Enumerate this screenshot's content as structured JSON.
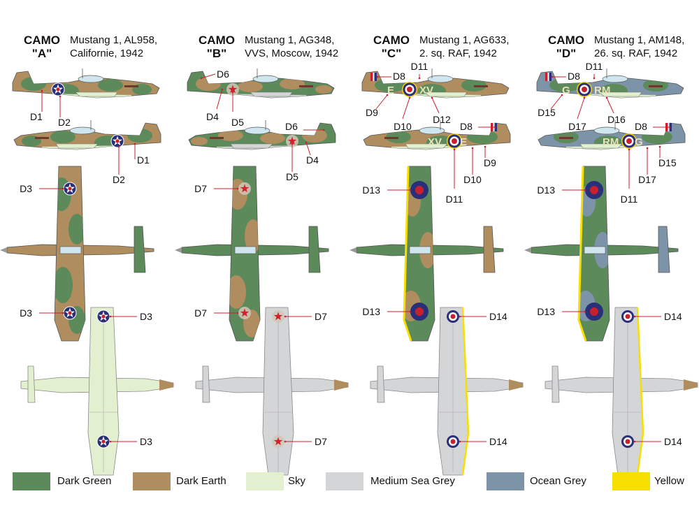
{
  "columns": [
    {
      "camo": "CAMO",
      "letter": "\"A\"",
      "info": [
        "Mustang 1, AL958,",
        "Californie, 1942"
      ],
      "scheme": "us",
      "side1_labels": [
        "D1",
        "D2"
      ],
      "side2_labels": [
        "D1",
        "D2"
      ],
      "top_labels": [
        "D3",
        "D3"
      ],
      "bottom_labels": [
        "D3",
        "D3"
      ]
    },
    {
      "camo": "CAMO",
      "letter": "\"B\"",
      "info": [
        "Mustang 1, AG348,",
        "VVS, Moscow, 1942"
      ],
      "scheme": "vvs",
      "side1_labels": [
        "D6",
        "D4",
        "D5"
      ],
      "side2_labels": [
        "D6",
        "D4",
        "D5"
      ],
      "top_labels": [
        "D7",
        "D7"
      ],
      "bottom_labels": [
        "D7",
        "D7"
      ]
    },
    {
      "camo": "CAMO",
      "letter": "\"C\"",
      "info": [
        "Mustang 1, AG633,",
        "2. sq. RAF, 1942"
      ],
      "scheme": "raf_c",
      "codes1": [
        "E",
        "XV"
      ],
      "codes2": [
        "XV",
        "E"
      ],
      "side1_labels": [
        "D8",
        "D11",
        "D9",
        "D10",
        "D12"
      ],
      "side2_labels": [
        "D8",
        "D9",
        "D10",
        "D11"
      ],
      "top_labels": [
        "D13",
        "D13"
      ],
      "bottom_labels": [
        "D14",
        "D14"
      ]
    },
    {
      "camo": "CAMO",
      "letter": "\"D\"",
      "info": [
        "Mustang 1, AM148,",
        "26. sq. RAF, 1942"
      ],
      "scheme": "raf_d",
      "codes1": [
        "G",
        "RM"
      ],
      "codes2": [
        "RM",
        "G"
      ],
      "side1_labels": [
        "D8",
        "D11",
        "D15",
        "D17",
        "D16"
      ],
      "side2_labels": [
        "D8",
        "D15",
        "D17",
        "D11"
      ],
      "top_labels": [
        "D13",
        "D13"
      ],
      "bottom_labels": [
        "D14",
        "D14"
      ]
    }
  ],
  "legend": [
    {
      "name": "Dark Green",
      "color": "#5c8a5a"
    },
    {
      "name": "Dark Earth",
      "color": "#b08d5e"
    },
    {
      "name": "Sky",
      "color": "#e3f0cf"
    },
    {
      "name": "Medium Sea Grey",
      "color": "#d4d5d7"
    },
    {
      "name": "Ocean Grey",
      "color": "#7d94a8"
    },
    {
      "name": "Yellow",
      "color": "#f7df00"
    }
  ]
}
